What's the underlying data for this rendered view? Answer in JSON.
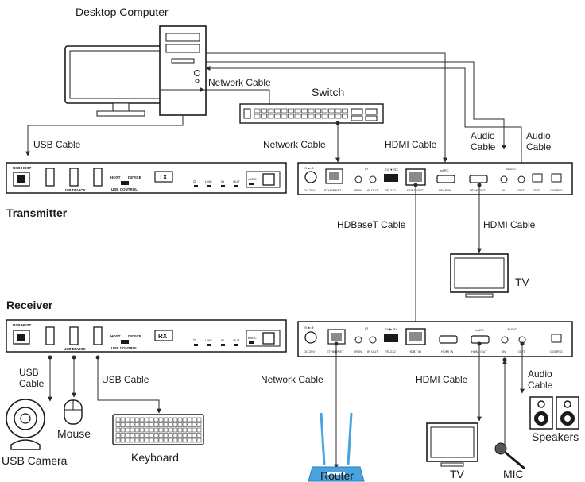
{
  "title": "",
  "devices": {
    "desktop": "Desktop Computer",
    "switch": "Switch",
    "transmitter": "Transmitter",
    "receiver": "Receiver",
    "tv": "TV",
    "router": "Router",
    "mic": "MIC",
    "speakers": "Speakers",
    "usb_camera": "USB Camera",
    "mouse": "Mouse",
    "keyboard": "Keyboard"
  },
  "cables": {
    "network": "Network Cable",
    "usb": "USB Cable",
    "usb_wrapped_1": "USB",
    "usb_wrapped_2": "Cable",
    "hdmi": "HDMI Cable",
    "audio_1": "Audio",
    "audio_2": "Cable",
    "hdbaset": "HDBaseT Cable"
  },
  "tx_front": {
    "usb_host": "USB HOST",
    "usb_device": "USB DEVICE",
    "host": "HOST",
    "device": "DEVICE",
    "usb_control": "USB CONTROL",
    "badge": "TX",
    "link": "LINK",
    "in": "IN",
    "out": "OUT",
    "earc": "eARC"
  },
  "rx_front": {
    "usb_host": "USB HOST",
    "usb_device": "USB DEVICE",
    "host": "HOST",
    "device": "DEVICE",
    "usb_control": "USB CONTROL",
    "badge": "RX",
    "link": "LINK",
    "in": "IN",
    "out": "OUT",
    "earc": "eARC"
  },
  "tx_rear": {
    "dc": "DC 20V",
    "ethernet": "ETHERNET",
    "ir": "IR",
    "ir_in": "IR IN",
    "ir_out": "IR OUT",
    "txrx": "TX ▼ RX",
    "rs232": "RS-232",
    "hdbt_out": "HDBT OUT",
    "earc": "eARC",
    "hdmi_in": "HDMI IN",
    "hdmi_out": "HDMI OUT",
    "audio": "AUDIO",
    "audio_in": "IN",
    "audio_out": "OUT",
    "edid": "EDID",
    "config": "CONFIG"
  },
  "rx_rear": {
    "dc": "DC 20V",
    "ethernet": "ETHERNET",
    "ir": "IR",
    "ir_in": "IR IN",
    "ir_out": "IR OUT",
    "txrx": "TX ▶ RX",
    "rs232": "RS-232",
    "hdbt_in": "HDBT IN",
    "hdmi_in": "HDMI IN",
    "earc": "eARC",
    "hdmi_out": "HDMI OUT",
    "audio": "AUDIO",
    "audio_in": "IN",
    "audio_out": "OUT",
    "config": "CONFIG"
  },
  "colors": {
    "line": "#2b2b2b",
    "router_blue": "#4aa3df",
    "panel": "#ffffff"
  }
}
